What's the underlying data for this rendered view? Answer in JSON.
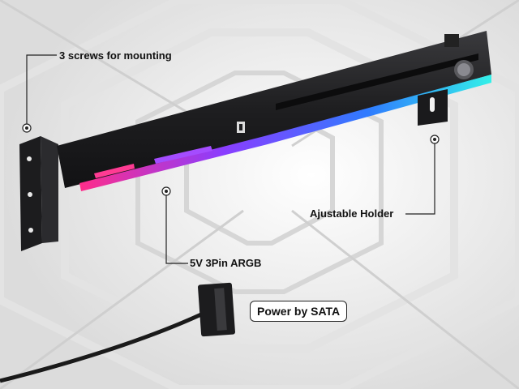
{
  "callouts": {
    "screws": "3 screws for mounting",
    "argb": "5V 3Pin ARGB",
    "holder": "Ajustable Holder",
    "sata": "Power by SATA"
  },
  "logo": {
    "icon": "brand-logo-icon"
  },
  "colors": {
    "background": "#f2f2f2",
    "bracket": "#1e1e20",
    "rgb_pink": "#ff2d8a",
    "rgb_purple": "#8a3dff",
    "rgb_blue": "#2f7bff",
    "rgb_cyan": "#33f0e8"
  }
}
